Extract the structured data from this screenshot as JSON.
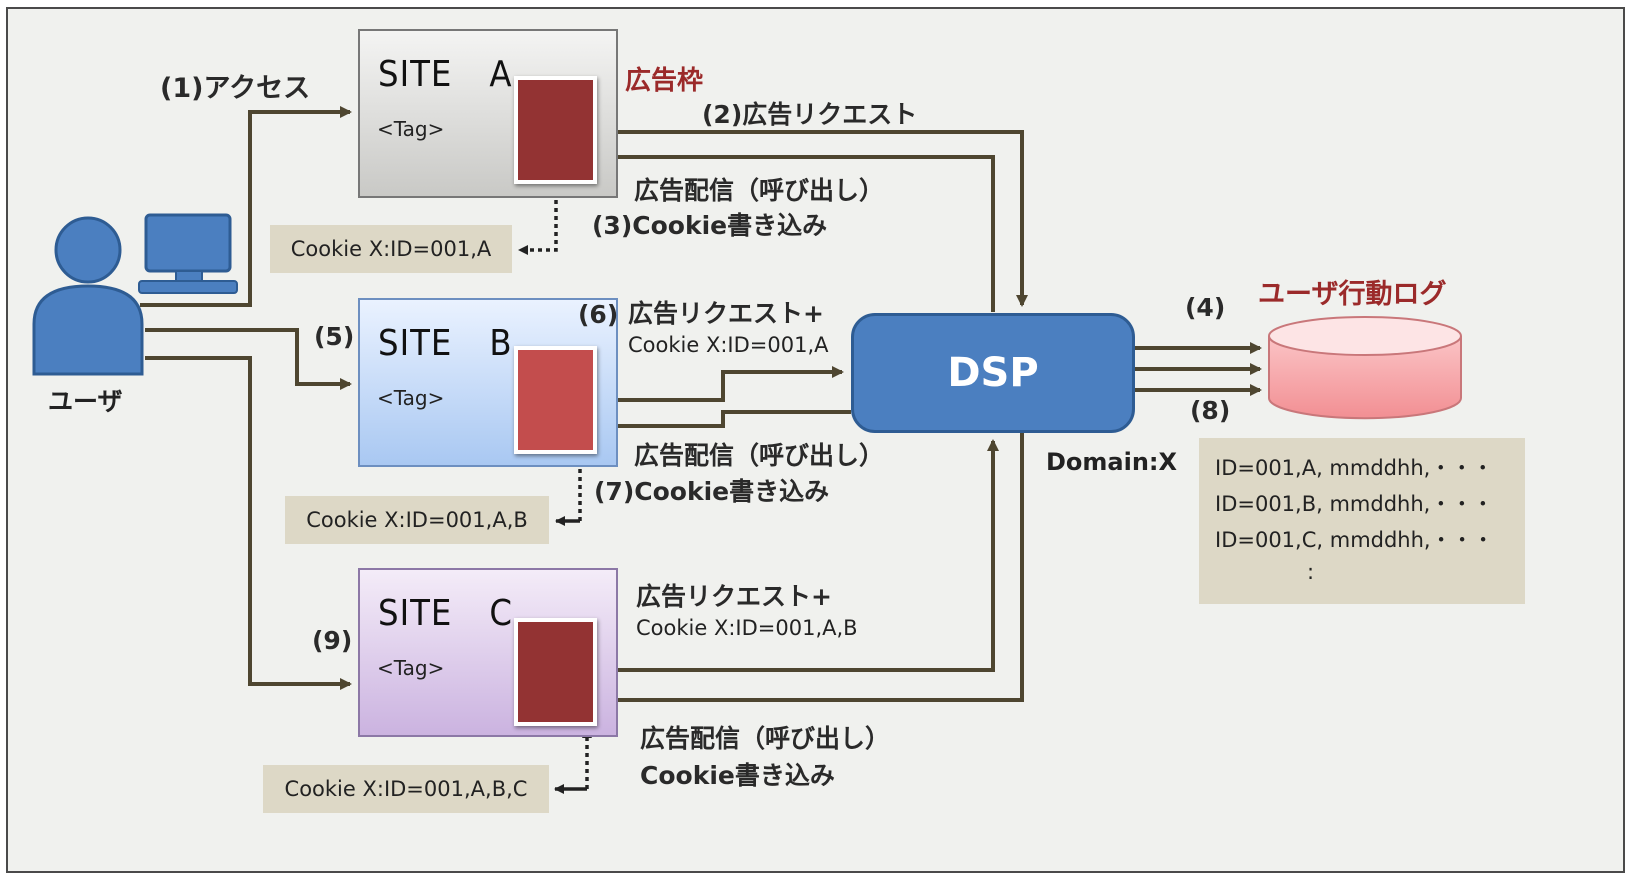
{
  "colors": {
    "background": "#f0f1ee",
    "arrow": "#4e4630",
    "ad_frame": "#933333",
    "ad_frame_b": "#c34d4d",
    "dsp": "#4b7fc0",
    "user": "#4b7fc0",
    "log_title": "#9b2a2a",
    "cookie_bg": "#ddd8c6",
    "db": "#f7a3a6"
  },
  "user": {
    "label": "ユーザ",
    "icon": "user-icon",
    "pc_icon": "computer-icon"
  },
  "sites": [
    {
      "title": "SITE　A",
      "tag": "<Tag>"
    },
    {
      "title": "SITE　B",
      "tag": "<Tag>"
    },
    {
      "title": "SITE　C",
      "tag": "<Tag>"
    }
  ],
  "ad_slot_label": "広告枠",
  "dsp": {
    "label": "DSP",
    "domain": "Domain:X"
  },
  "steps": {
    "s1": "(1)アクセス",
    "s2": "(2)広告リクエスト",
    "s3_delivery": "広告配信（呼び出し）",
    "s3_cookie": "(3)Cookie書き込み",
    "s4": "(4)",
    "s5": "(5)",
    "s6": "(6)",
    "s6_request": "広告リクエスト+",
    "s6_cookie": "Cookie X:ID=001,A",
    "s7_delivery": "広告配信（呼び出し）",
    "s7_cookie": "(7)Cookie書き込み",
    "s8": "(8)",
    "s9": "(9)",
    "s9_request": "広告リクエスト+",
    "s9_cookie": "Cookie X:ID=001,A,B",
    "s9_delivery": "広告配信（呼び出し）",
    "s9_cookie_write": "Cookie書き込み"
  },
  "cookies": {
    "a": "Cookie X:ID=001,A",
    "b": "Cookie X:ID=001,A,B",
    "c": "Cookie X:ID=001,A,B,C"
  },
  "log": {
    "title": "ユーザ行動ログ",
    "lines": [
      "ID=001,A, mmddhh,・・・",
      "ID=001,B, mmddhh,・・・",
      "ID=001,C, mmddhh,・・・",
      ":"
    ]
  }
}
